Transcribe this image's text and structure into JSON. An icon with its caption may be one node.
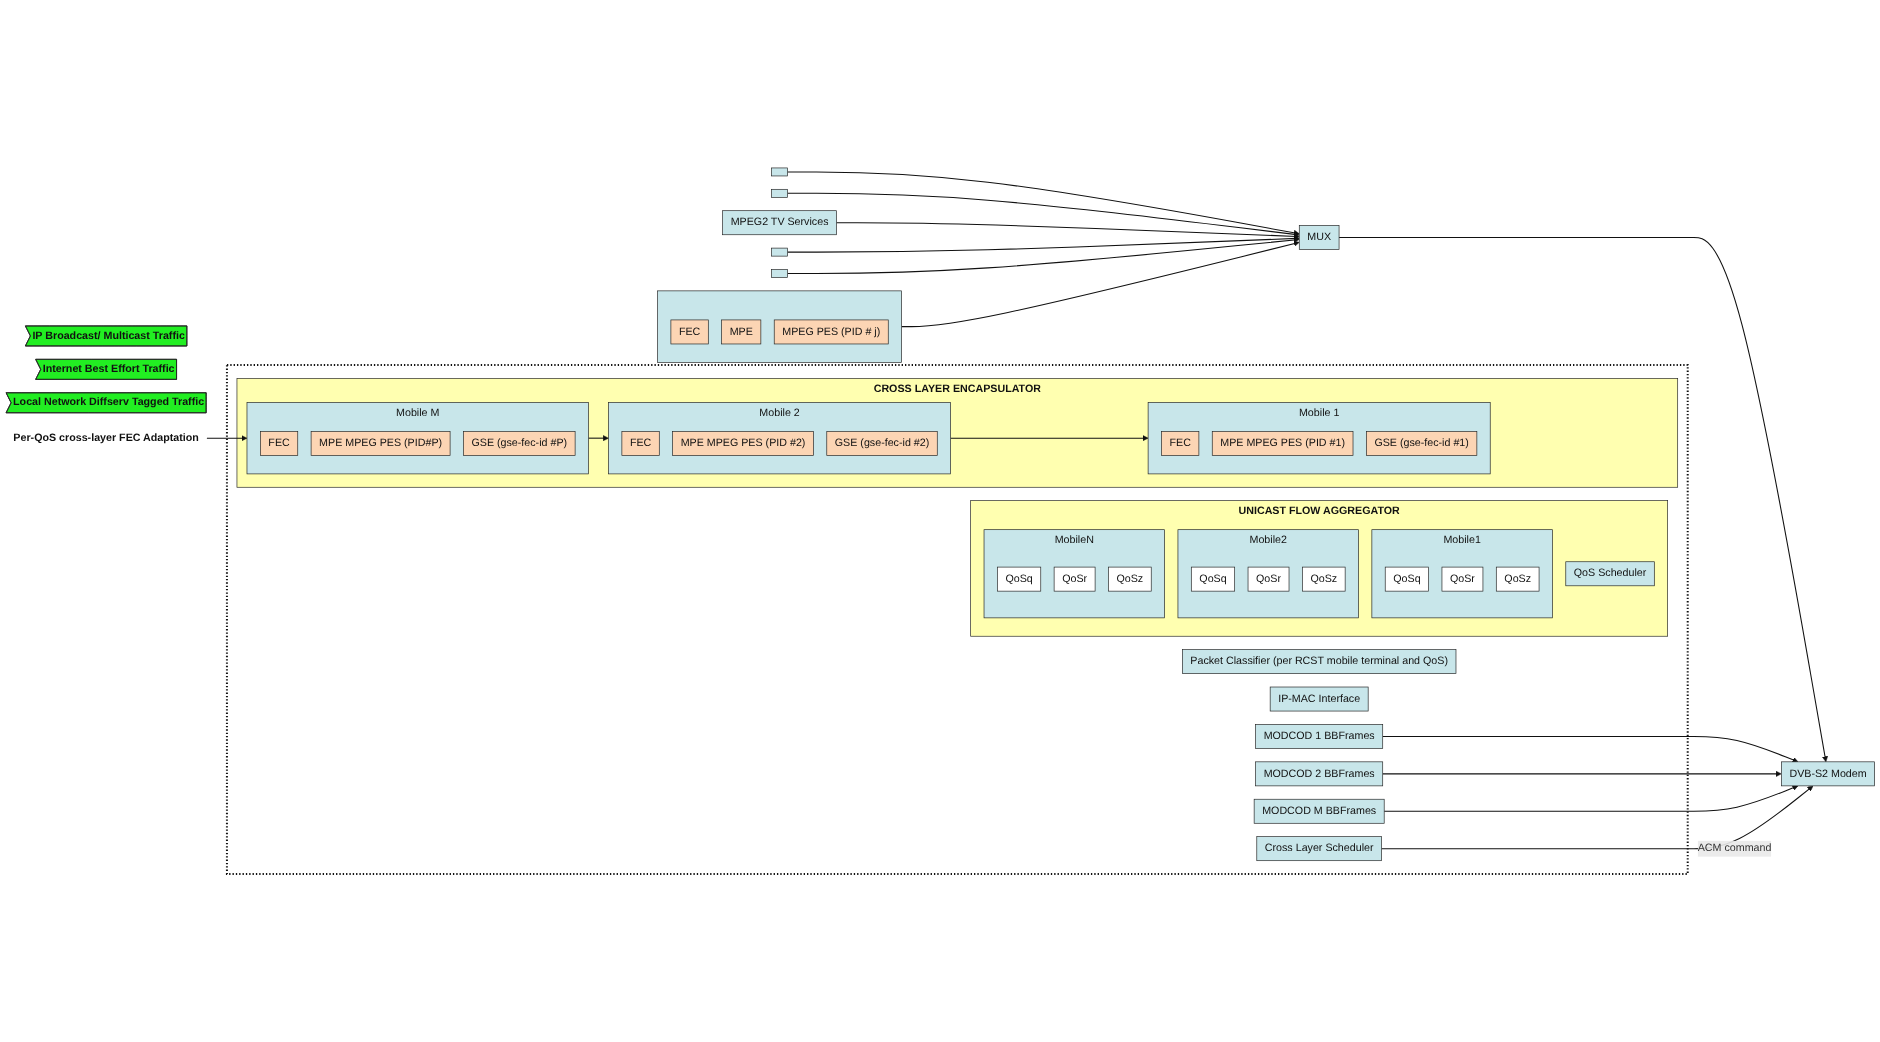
{
  "diagram": {
    "nodes": [
      {
        "text": [],
        "shape": "box"
      },
      {
        "text": [],
        "shape": "box"
      },
      {
        "text": [
          "MPEG2 TV Services"
        ]
      },
      {
        "text": [
          "IP Broadcast/ Multicast Traffic"
        ]
      },
      {
        "text": [],
        "shape": "box"
      },
      {
        "text": [],
        "shape": "box"
      },
      {
        "text": [],
        "shape": "box"
      },
      {
        "text": [
          "FEC"
        ],
        "in": 6
      },
      {
        "text": [
          "MPE"
        ],
        "in": 6
      },
      {
        "text": [
          "MPEG PES (PID # j)"
        ],
        "in": 6
      },
      {
        "text": [
          "MUX"
        ]
      },
      {
        "text": [
          "DVB-S2 Modem"
        ]
      },
      {
        "text": [],
        "shape": "box"
      },
      {
        "text": [
          "Internet Best Effort Traffic"
        ]
      },
      {
        "text": [
          "Local Network Diffserv Tagged Traffic"
        ]
      },
      {
        "text": [
          "Packet Classifier (per RCST mobile terminal and QoS)"
        ],
        "in": 12
      },
      {
        "text": [
          "UNICAST FLOW AGGREGATOR"
        ],
        "in": 12
      },
      {
        "text": [
          "Mobile1"
        ],
        "in": 16
      },
      {
        "text": [
          "QoSq"
        ],
        "in": 17
      },
      {
        "text": [
          "QoSr"
        ],
        "in": 17
      },
      {
        "text": [
          "QoSz"
        ],
        "in": 17
      },
      {
        "text": [
          "Mobile2"
        ],
        "in": 16
      },
      {
        "text": [
          "QoSq"
        ],
        "in": 21
      },
      {
        "text": [
          "QoSr"
        ],
        "in": 21
      },
      {
        "text": [
          "QoSz"
        ],
        "in": 21
      },
      {
        "text": [
          "MobileN"
        ],
        "in": 16
      },
      {
        "text": [
          "QoSq"
        ],
        "in": 25
      },
      {
        "text": [
          "QoSr"
        ],
        "in": 25
      },
      {
        "text": [
          "QoSz"
        ],
        "in": 25
      },
      {
        "text": [
          "QoS Scheduler"
        ],
        "in": 16
      },
      {
        "text": [
          "IP-MAC Interface"
        ],
        "in": 12
      },
      {
        "text": [
          "CROSS LAYER ENCAPSULATOR"
        ],
        "in": 12
      },
      {
        "text": [
          "Mobile 1"
        ],
        "in": 31
      },
      {
        "text": [
          "FEC"
        ],
        "in": 32
      },
      {
        "text": [
          "MPE MPEG PES (PID #1)"
        ],
        "in": 32
      },
      {
        "text": [
          "GSE (gse-fec-id #1)"
        ],
        "in": 32
      },
      {
        "text": [
          "Mobile 2"
        ],
        "in": 31
      },
      {
        "text": [
          "FEC"
        ],
        "in": 36
      },
      {
        "text": [
          "MPE MPEG PES (PID #2)"
        ],
        "in": 36
      },
      {
        "text": [
          "GSE (gse-fec-id #2)"
        ],
        "in": 36
      },
      {
        "text": [
          "Mobile M"
        ],
        "in": 31
      },
      {
        "text": [
          "FEC"
        ],
        "in": 40
      },
      {
        "text": [
          "MPE MPEG PES (PID#P)"
        ],
        "in": 40
      },
      {
        "text": [
          "GSE (gse-fec-id #P)"
        ],
        "in": 40
      },
      {
        "text": [
          "Cross Layer Scheduler"
        ],
        "in": 12
      },
      {
        "text": [
          "MODCOD 1 BBFrames"
        ],
        "in": 12
      },
      {
        "text": [
          "MODCOD 2 BBFrames"
        ],
        "in": 12
      },
      {
        "text": [
          "MODCOD M BBFrames"
        ],
        "in": 12
      },
      {
        "text": [
          "Per-QoS cross-layer FEC Adaptation"
        ]
      }
    ],
    "edges": [
      {
        "from": 0,
        "to": 10,
        "arrow": "to"
      },
      {
        "from": 1,
        "to": 10,
        "arrow": "to"
      },
      {
        "from": 2,
        "to": 10,
        "arrow": "to"
      },
      {
        "from": 4,
        "to": 10,
        "arrow": "to"
      },
      {
        "from": 5,
        "to": 10,
        "arrow": "to"
      },
      {
        "from": 6,
        "to": 10,
        "arrow": "to"
      },
      {
        "from": 10,
        "to": 11,
        "arrow": "to"
      },
      {
        "from": 45,
        "to": 11,
        "arrow": "to"
      },
      {
        "from": 46,
        "to": 11,
        "arrow": "to"
      },
      {
        "from": 47,
        "to": 11,
        "arrow": "to"
      },
      {
        "from": 44,
        "to": 11,
        "arrow": "to",
        "label": "ACM command"
      },
      {
        "from": 48,
        "to": 40,
        "arrow": "to"
      },
      {
        "from": 40,
        "to": 36,
        "arrow": "to"
      },
      {
        "from": 36,
        "to": 32,
        "arrow": "to"
      }
    ]
  }
}
